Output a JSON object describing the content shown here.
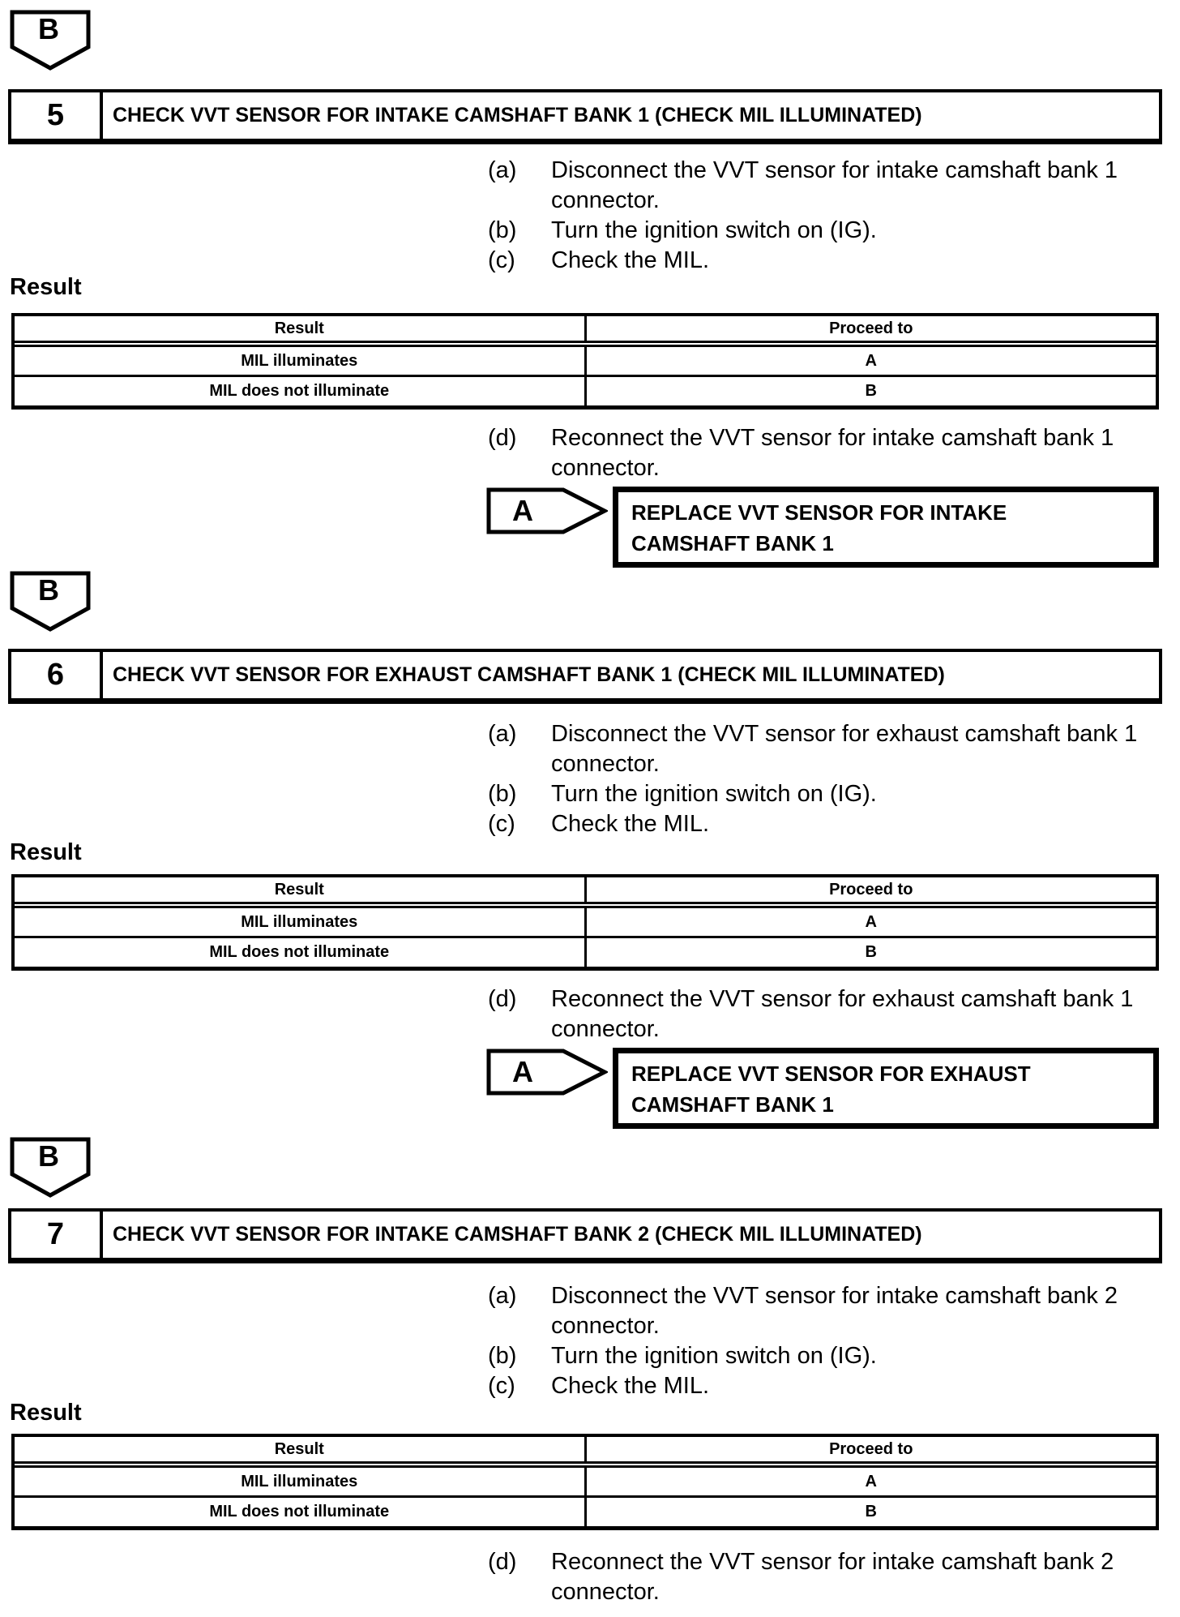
{
  "colors": {
    "ink": "#000000",
    "paper": "#ffffff"
  },
  "sections": [
    {
      "marker": "B",
      "step_number": "5",
      "title": "CHECK VVT SENSOR FOR INTAKE CAMSHAFT BANK 1 (CHECK MIL ILLUMINATED)",
      "steps": [
        {
          "label": "(a)",
          "lines": [
            "Disconnect the VVT sensor for intake camshaft bank 1",
            "connector."
          ]
        },
        {
          "label": "(b)",
          "lines": [
            "Turn the ignition switch on (IG)."
          ]
        },
        {
          "label": "(c)",
          "lines": [
            "Check the MIL."
          ]
        }
      ],
      "result_heading": "Result",
      "result_table": {
        "headers": [
          "Result",
          "Proceed to"
        ],
        "rows": [
          [
            "MIL illuminates",
            "A"
          ],
          [
            "MIL does not illuminate",
            "B"
          ]
        ]
      },
      "post_step": {
        "label": "(d)",
        "lines": [
          "Reconnect the VVT sensor for intake camshaft bank 1",
          "connector."
        ]
      },
      "action": {
        "marker": "A",
        "lines": [
          "REPLACE VVT SENSOR FOR INTAKE",
          "CAMSHAFT BANK 1"
        ]
      }
    },
    {
      "marker": "B",
      "step_number": "6",
      "title": "CHECK VVT SENSOR FOR EXHAUST CAMSHAFT BANK 1 (CHECK MIL ILLUMINATED)",
      "steps": [
        {
          "label": "(a)",
          "lines": [
            "Disconnect the VVT sensor for exhaust camshaft bank 1",
            "connector."
          ]
        },
        {
          "label": "(b)",
          "lines": [
            "Turn the ignition switch on (IG)."
          ]
        },
        {
          "label": "(c)",
          "lines": [
            "Check the MIL."
          ]
        }
      ],
      "result_heading": "Result",
      "result_table": {
        "headers": [
          "Result",
          "Proceed to"
        ],
        "rows": [
          [
            "MIL illuminates",
            "A"
          ],
          [
            "MIL does not illuminate",
            "B"
          ]
        ]
      },
      "post_step": {
        "label": "(d)",
        "lines": [
          "Reconnect the VVT sensor for exhaust camshaft bank 1",
          "connector."
        ]
      },
      "action": {
        "marker": "A",
        "lines": [
          "REPLACE VVT SENSOR FOR EXHAUST",
          "CAMSHAFT BANK 1"
        ]
      }
    },
    {
      "marker": "B",
      "step_number": "7",
      "title": "CHECK VVT SENSOR FOR INTAKE CAMSHAFT BANK 2 (CHECK MIL ILLUMINATED)",
      "steps": [
        {
          "label": "(a)",
          "lines": [
            "Disconnect the VVT sensor for intake camshaft bank 2",
            "connector."
          ]
        },
        {
          "label": "(b)",
          "lines": [
            "Turn the ignition switch on (IG)."
          ]
        },
        {
          "label": "(c)",
          "lines": [
            "Check the MIL."
          ]
        }
      ],
      "result_heading": "Result",
      "result_table": {
        "headers": [
          "Result",
          "Proceed to"
        ],
        "rows": [
          [
            "MIL illuminates",
            "A"
          ],
          [
            "MIL does not illuminate",
            "B"
          ]
        ]
      },
      "post_step": {
        "label": "(d)",
        "lines": [
          "Reconnect the VVT sensor for intake camshaft bank 2",
          "connector."
        ]
      }
    }
  ]
}
